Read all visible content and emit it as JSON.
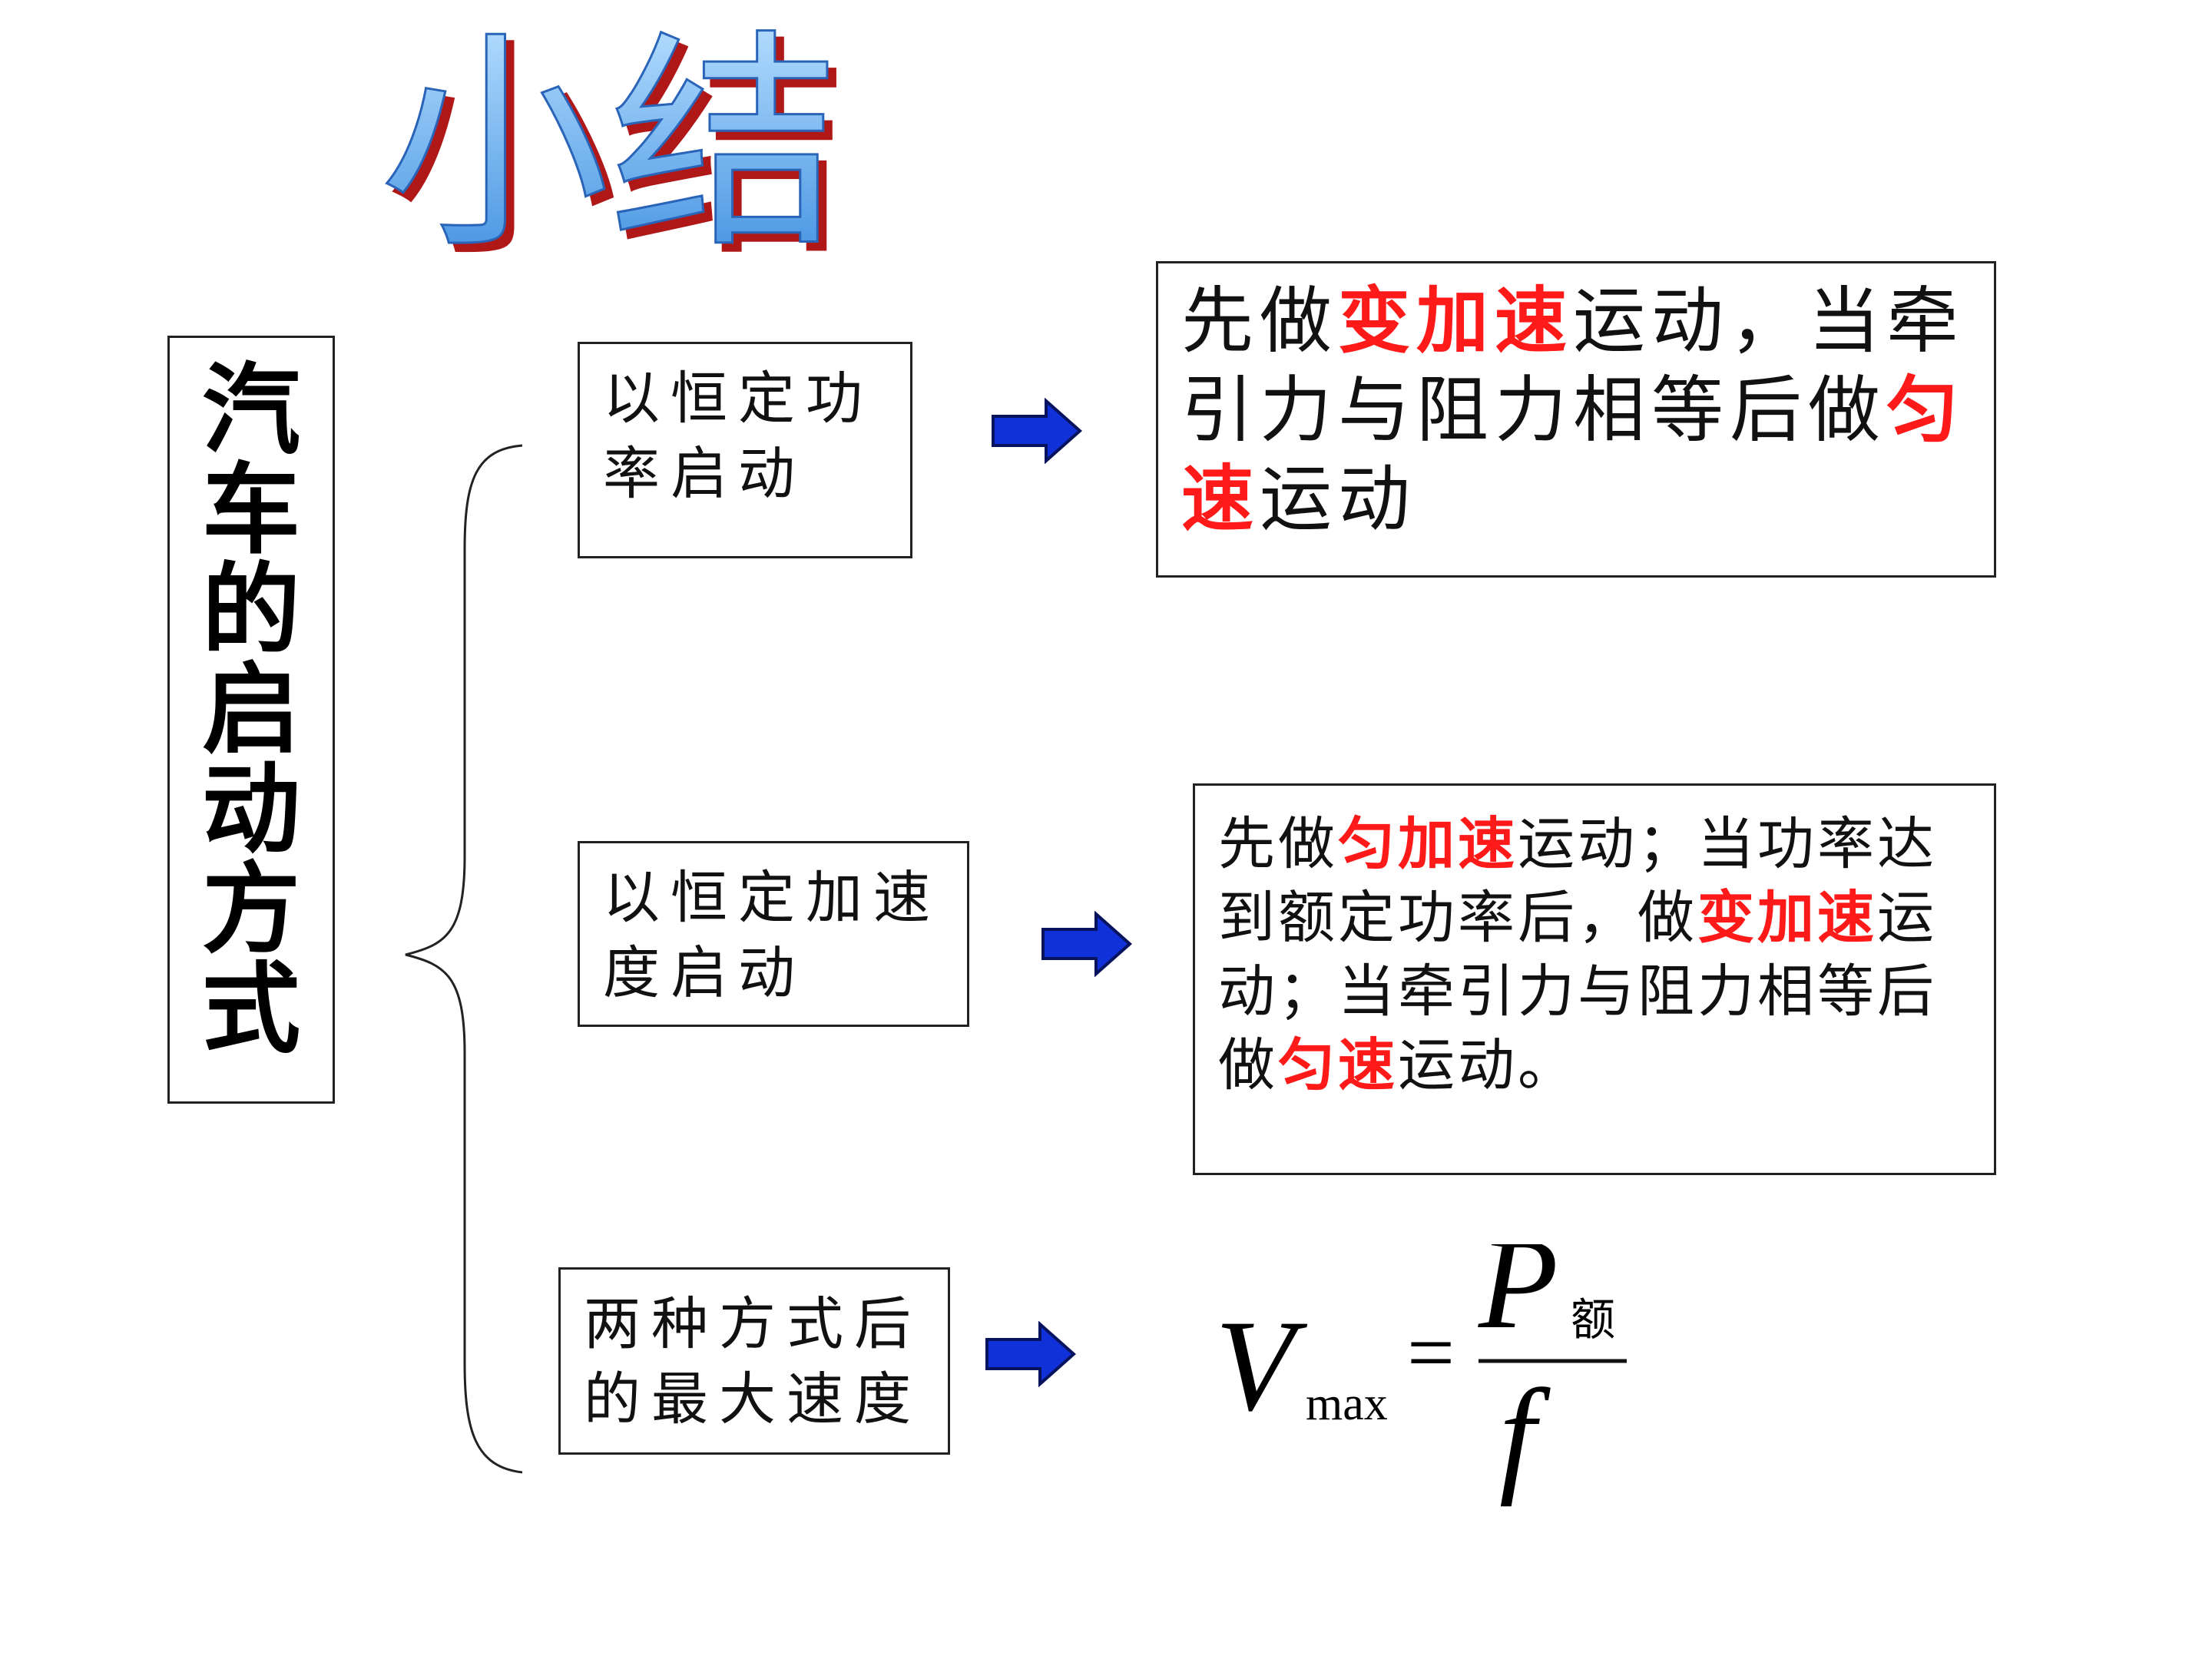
{
  "title": "小结",
  "main_label": [
    "汽",
    "车",
    "的",
    "启",
    "动",
    "方",
    "式"
  ],
  "modes": [
    {
      "label": "以恒定功率启动"
    },
    {
      "label": "以恒定加速度启动"
    },
    {
      "label": "两种方式后的最大速度"
    }
  ],
  "results": [
    {
      "segments": [
        {
          "text": "先做",
          "highlight": false
        },
        {
          "text": "变加速",
          "highlight": true
        },
        {
          "text": "运动，当牵引力与阻力相等后做",
          "highlight": false
        },
        {
          "text": "匀速",
          "highlight": true
        },
        {
          "text": "运动",
          "highlight": false
        }
      ]
    },
    {
      "segments": [
        {
          "text": "先做",
          "highlight": false
        },
        {
          "text": "匀加速",
          "highlight": true
        },
        {
          "text": "运动；当功率达到额定功率后，做",
          "highlight": false
        },
        {
          "text": "变加速",
          "highlight": true
        },
        {
          "text": "运动；当牵引力与阻力相等后做",
          "highlight": false
        },
        {
          "text": "匀速",
          "highlight": true
        },
        {
          "text": "运动。",
          "highlight": false
        }
      ]
    }
  ],
  "formula": {
    "lhs": "V",
    "lhs_subscript": "max",
    "equals": "=",
    "numerator": "P",
    "numerator_subscript": "额",
    "denominator": "f"
  },
  "colors": {
    "highlight": "#ff1a1a",
    "title_fill": "#6fb6f0",
    "title_shadow": "#b01818",
    "arrow_fill": "#1030d8"
  }
}
